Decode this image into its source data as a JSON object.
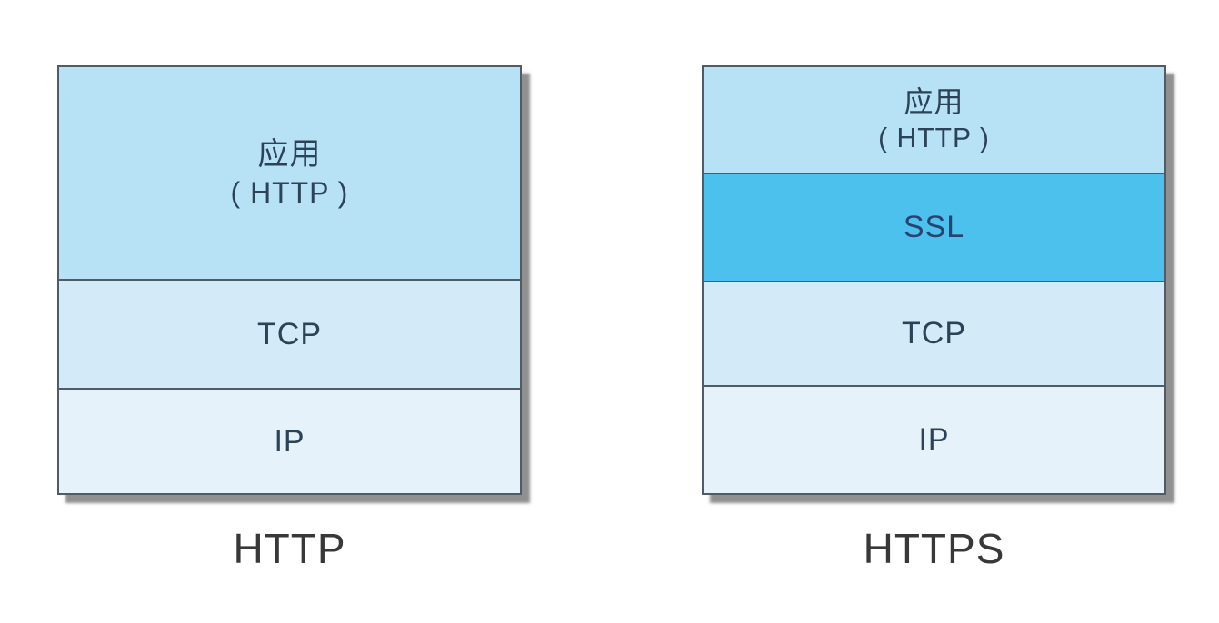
{
  "figure": {
    "description": "Protocol stack comparison of HTTP and HTTPS"
  },
  "colors": {
    "app_layer": "#b7e1f5",
    "ssl_layer": "#4dc1ee",
    "tcp_layer": "#d3eaf8",
    "ip_layer": "#e5f2fa",
    "border": "#4f5b66",
    "layer_text": "#2c4257",
    "caption_text": "#383838",
    "shadow": "#7d7d7d",
    "background": "#ffffff"
  },
  "diagrams": [
    {
      "caption": "HTTP",
      "layers": [
        {
          "line1": "应用",
          "line2": "( HTTP )"
        },
        {
          "label": "TCP"
        },
        {
          "label": "IP"
        }
      ]
    },
    {
      "caption": "HTTPS",
      "layers": [
        {
          "line1": "应用",
          "line2": "( HTTP )"
        },
        {
          "label": "SSL"
        },
        {
          "label": "TCP"
        },
        {
          "label": "IP"
        }
      ]
    }
  ]
}
